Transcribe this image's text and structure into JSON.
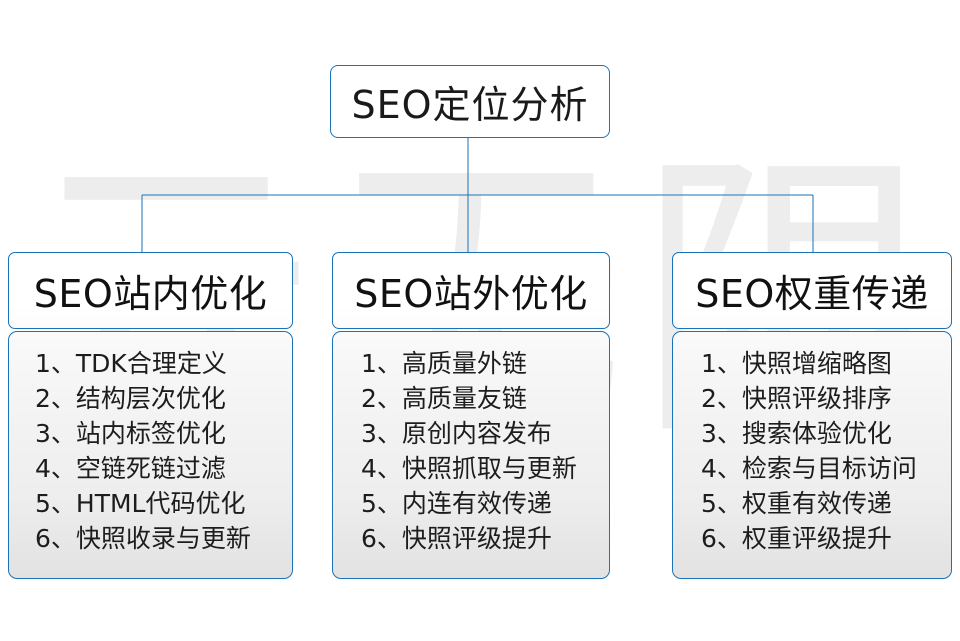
{
  "diagram": {
    "title": "SEO定位分析",
    "watermark": "云无限",
    "accent_color": "#1a72b8",
    "text_color": "#1a1a1a",
    "background_color": "#ffffff",
    "branches": [
      {
        "header": "SEO站内优化",
        "items": [
          "1、TDK合理定义",
          "2、结构层次优化",
          "3、站内标签优化",
          "4、空链死链过滤",
          "5、HTML代码优化",
          "6、快照收录与更新"
        ]
      },
      {
        "header": "SEO站外优化",
        "items": [
          "1、高质量外链",
          "2、高质量友链",
          "3、原创内容发布",
          "4、快照抓取与更新",
          "5、内连有效传递",
          "6、快照评级提升"
        ]
      },
      {
        "header": "SEO权重传递",
        "items": [
          "1、快照增缩略图",
          "2、快照评级排序",
          "3、搜索体验优化",
          "4、检索与目标访问",
          "5、权重有效传递",
          "6、权重评级提升"
        ]
      }
    ]
  }
}
